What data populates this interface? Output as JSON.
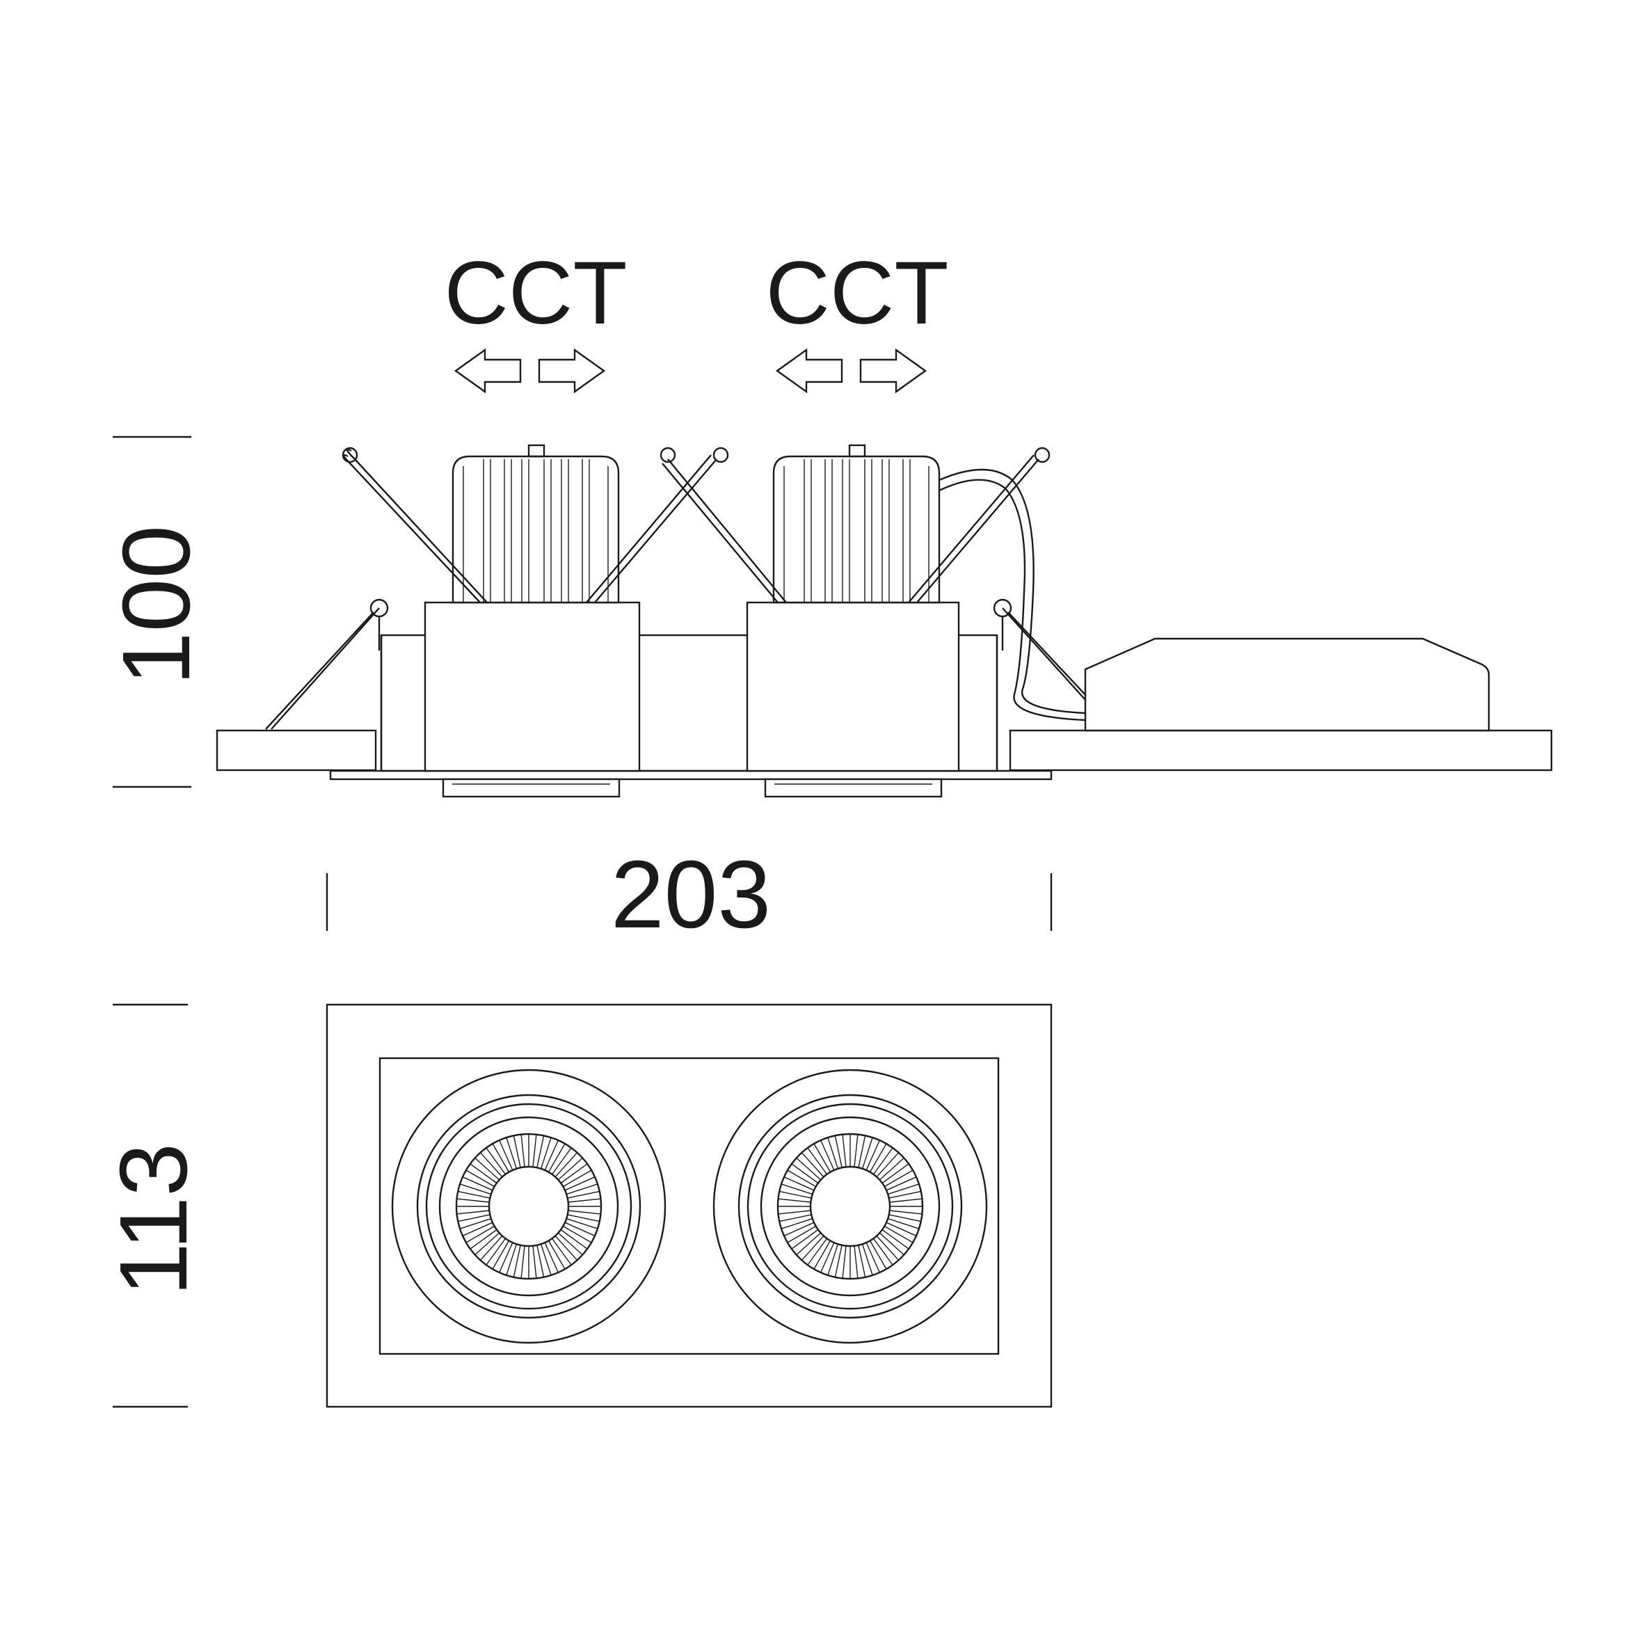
{
  "labels": {
    "cct_left": "CCT",
    "cct_right": "CCT"
  },
  "dimensions": {
    "height_side": "100",
    "width": "203",
    "height_top": "113"
  }
}
